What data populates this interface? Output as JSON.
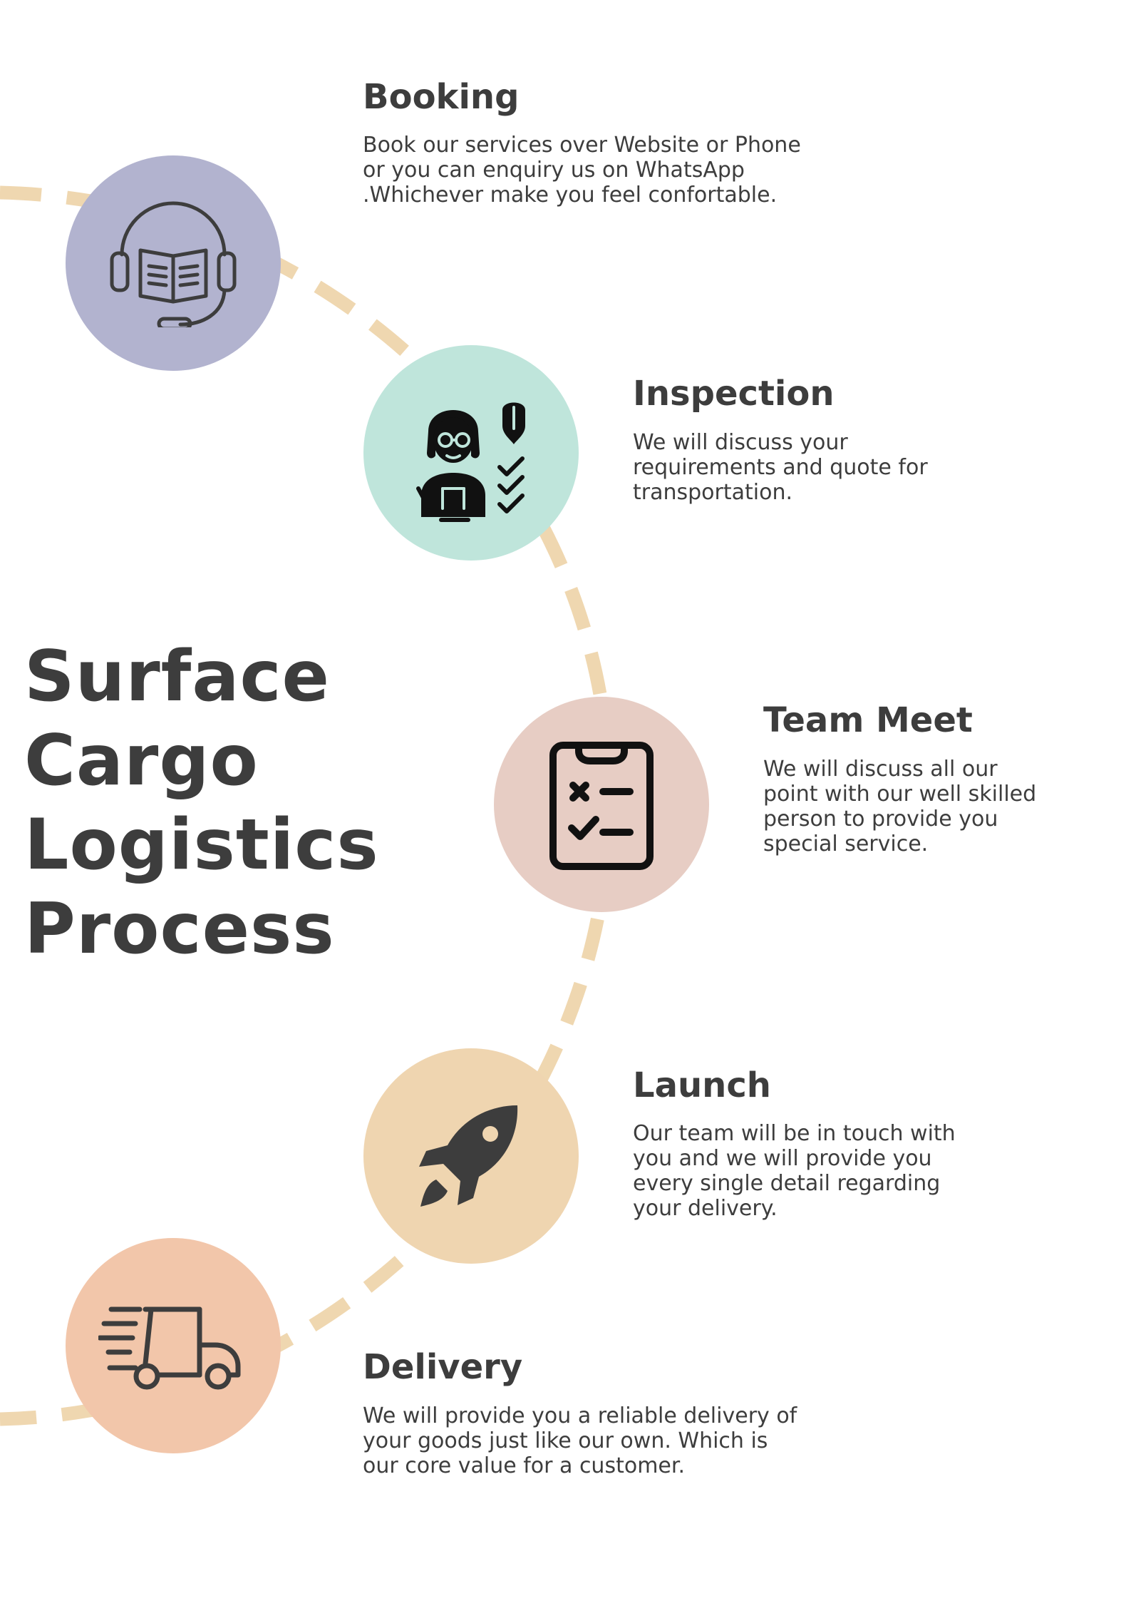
{
  "title": "Surface\nCargo\nLogistics\nProcess",
  "colors": {
    "text": "#3d3d3d",
    "connector": "#efd7b0",
    "booking": "#b2b3cf",
    "inspection": "#bfe5db",
    "team_meet": "#e7cdc4",
    "launch": "#efd5b0",
    "delivery": "#f2c6aa"
  },
  "steps": [
    {
      "id": "booking",
      "title": "Booking",
      "description": "Book our services over Website or Phone\nor you can enquiry us on WhatsApp\n.Whichever make you feel confortable.",
      "icon": "customer-support-book-icon"
    },
    {
      "id": "inspection",
      "title": "Inspection",
      "description": "We will discuss your\nrequirements and quote for\ntransportation.",
      "icon": "inspector-checklist-icon"
    },
    {
      "id": "team_meet",
      "title": "Team Meet",
      "description": "We will discuss all our\npoint with our well skilled\nperson to provide you\nspecial service.",
      "icon": "clipboard-checklist-icon"
    },
    {
      "id": "launch",
      "title": "Launch",
      "description": "Our team will be in touch with\nyou and we will provide you\nevery single detail regarding\nyour delivery.",
      "icon": "rocket-icon"
    },
    {
      "id": "delivery",
      "title": "Delivery",
      "description": "We will provide you a reliable delivery of\nyour goods just like our own. Which is\nour core value for a customer.",
      "icon": "delivery-truck-icon"
    }
  ]
}
